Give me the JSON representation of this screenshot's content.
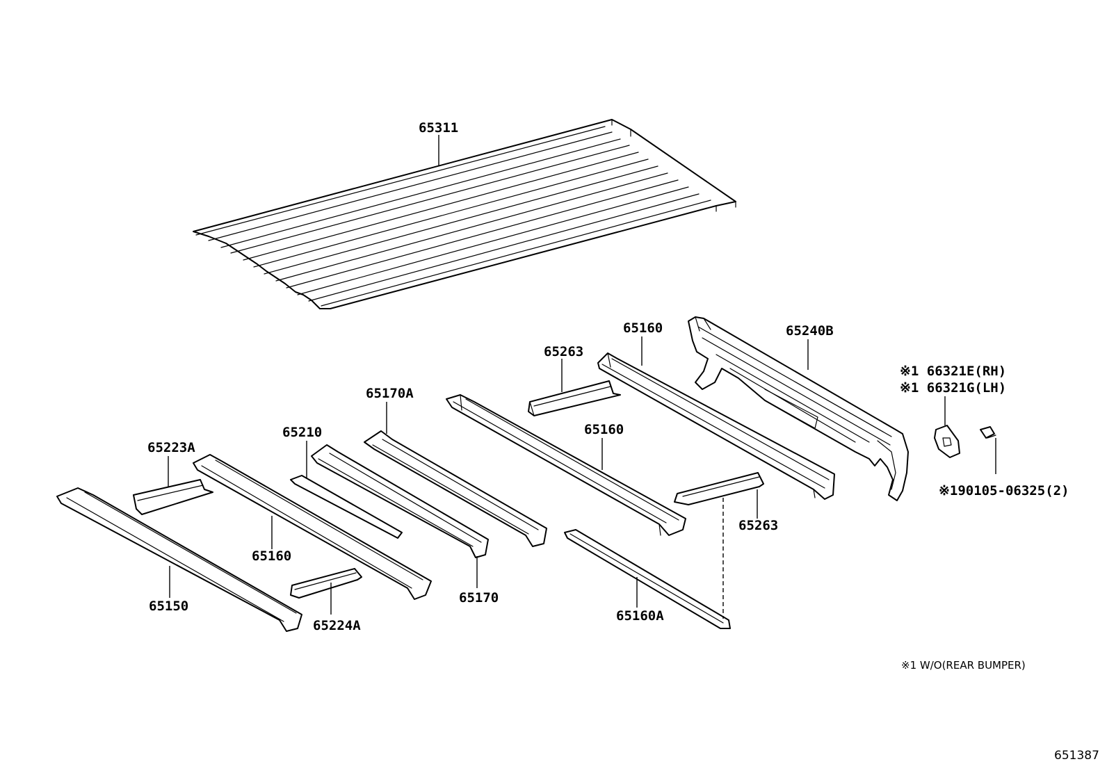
{
  "labels": {
    "p65311": "65311",
    "p65160_top": "65160",
    "p65240b": "65240B",
    "p66321e": "※1 66321E(RH)",
    "p66321g": "※1 66321G(LH)",
    "p65263_top": "65263",
    "p65170a": "65170A",
    "p65160_mid": "65160",
    "p65210": "65210",
    "p65223a": "65223A",
    "p90105": "※190105-06325(2)",
    "p65263_bot": "65263",
    "p65160_left": "65160",
    "p65170": "65170",
    "p65150": "65150",
    "p65224a": "65224A",
    "p65160a": "65160A"
  },
  "footnote": "※1 W/O(REAR BUMPER)",
  "diagram_ref": "651387"
}
